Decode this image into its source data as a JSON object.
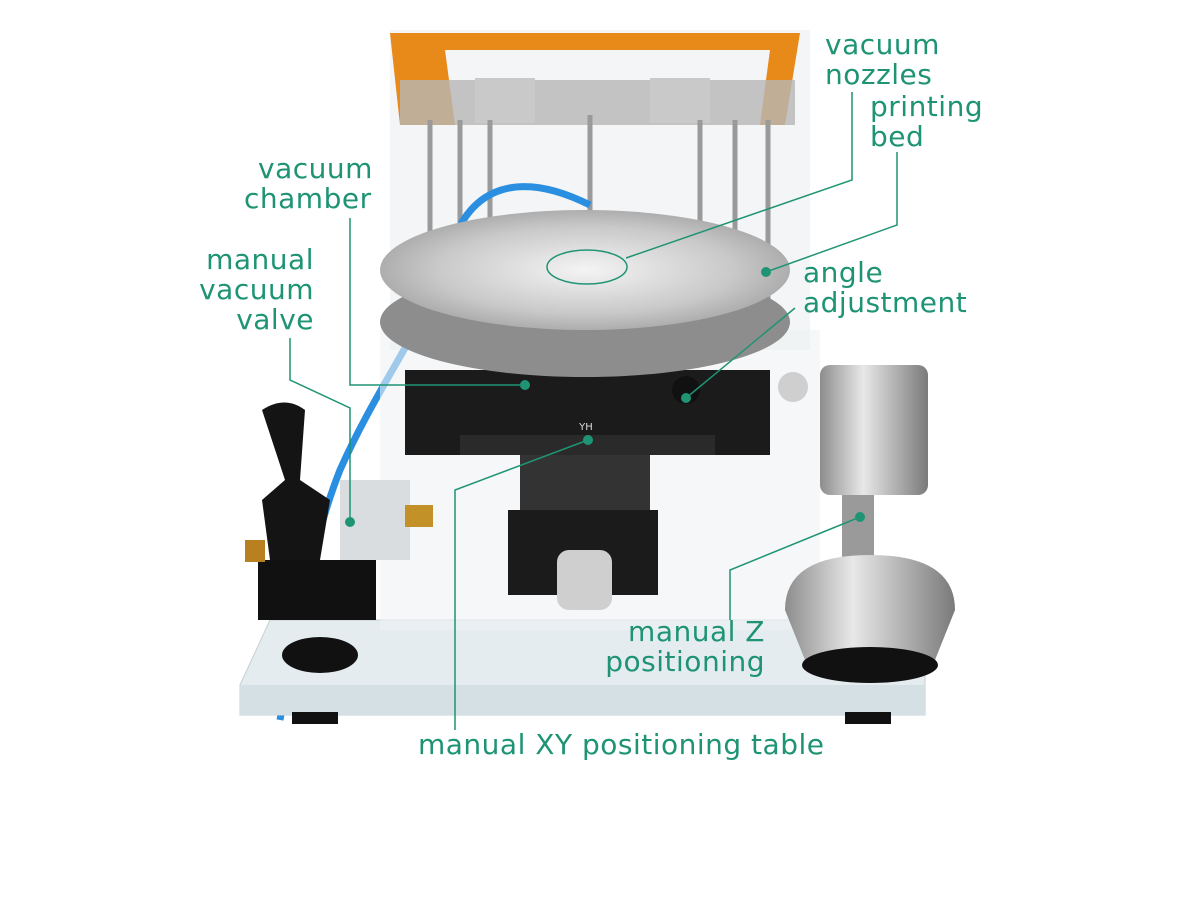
{
  "labels": {
    "vacuum_nozzles": [
      "vacuum",
      "nozzles"
    ],
    "printing_bed": [
      "printing",
      "bed"
    ],
    "vacuum_chamber": [
      "vacuum",
      "chamber"
    ],
    "manual_vacuum_valve": [
      "manual",
      "vacuum",
      "valve"
    ],
    "angle_adjustment": [
      "angle",
      "adjustment"
    ],
    "manual_z_positioning": [
      "manual Z",
      "positioning"
    ],
    "manual_xy_positioning_table": "manual XY positioning table"
  },
  "stage_marking": "YH",
  "colors": {
    "annotation": "#1f9474",
    "frame": "#e88a1a",
    "background": "#ffffff"
  }
}
